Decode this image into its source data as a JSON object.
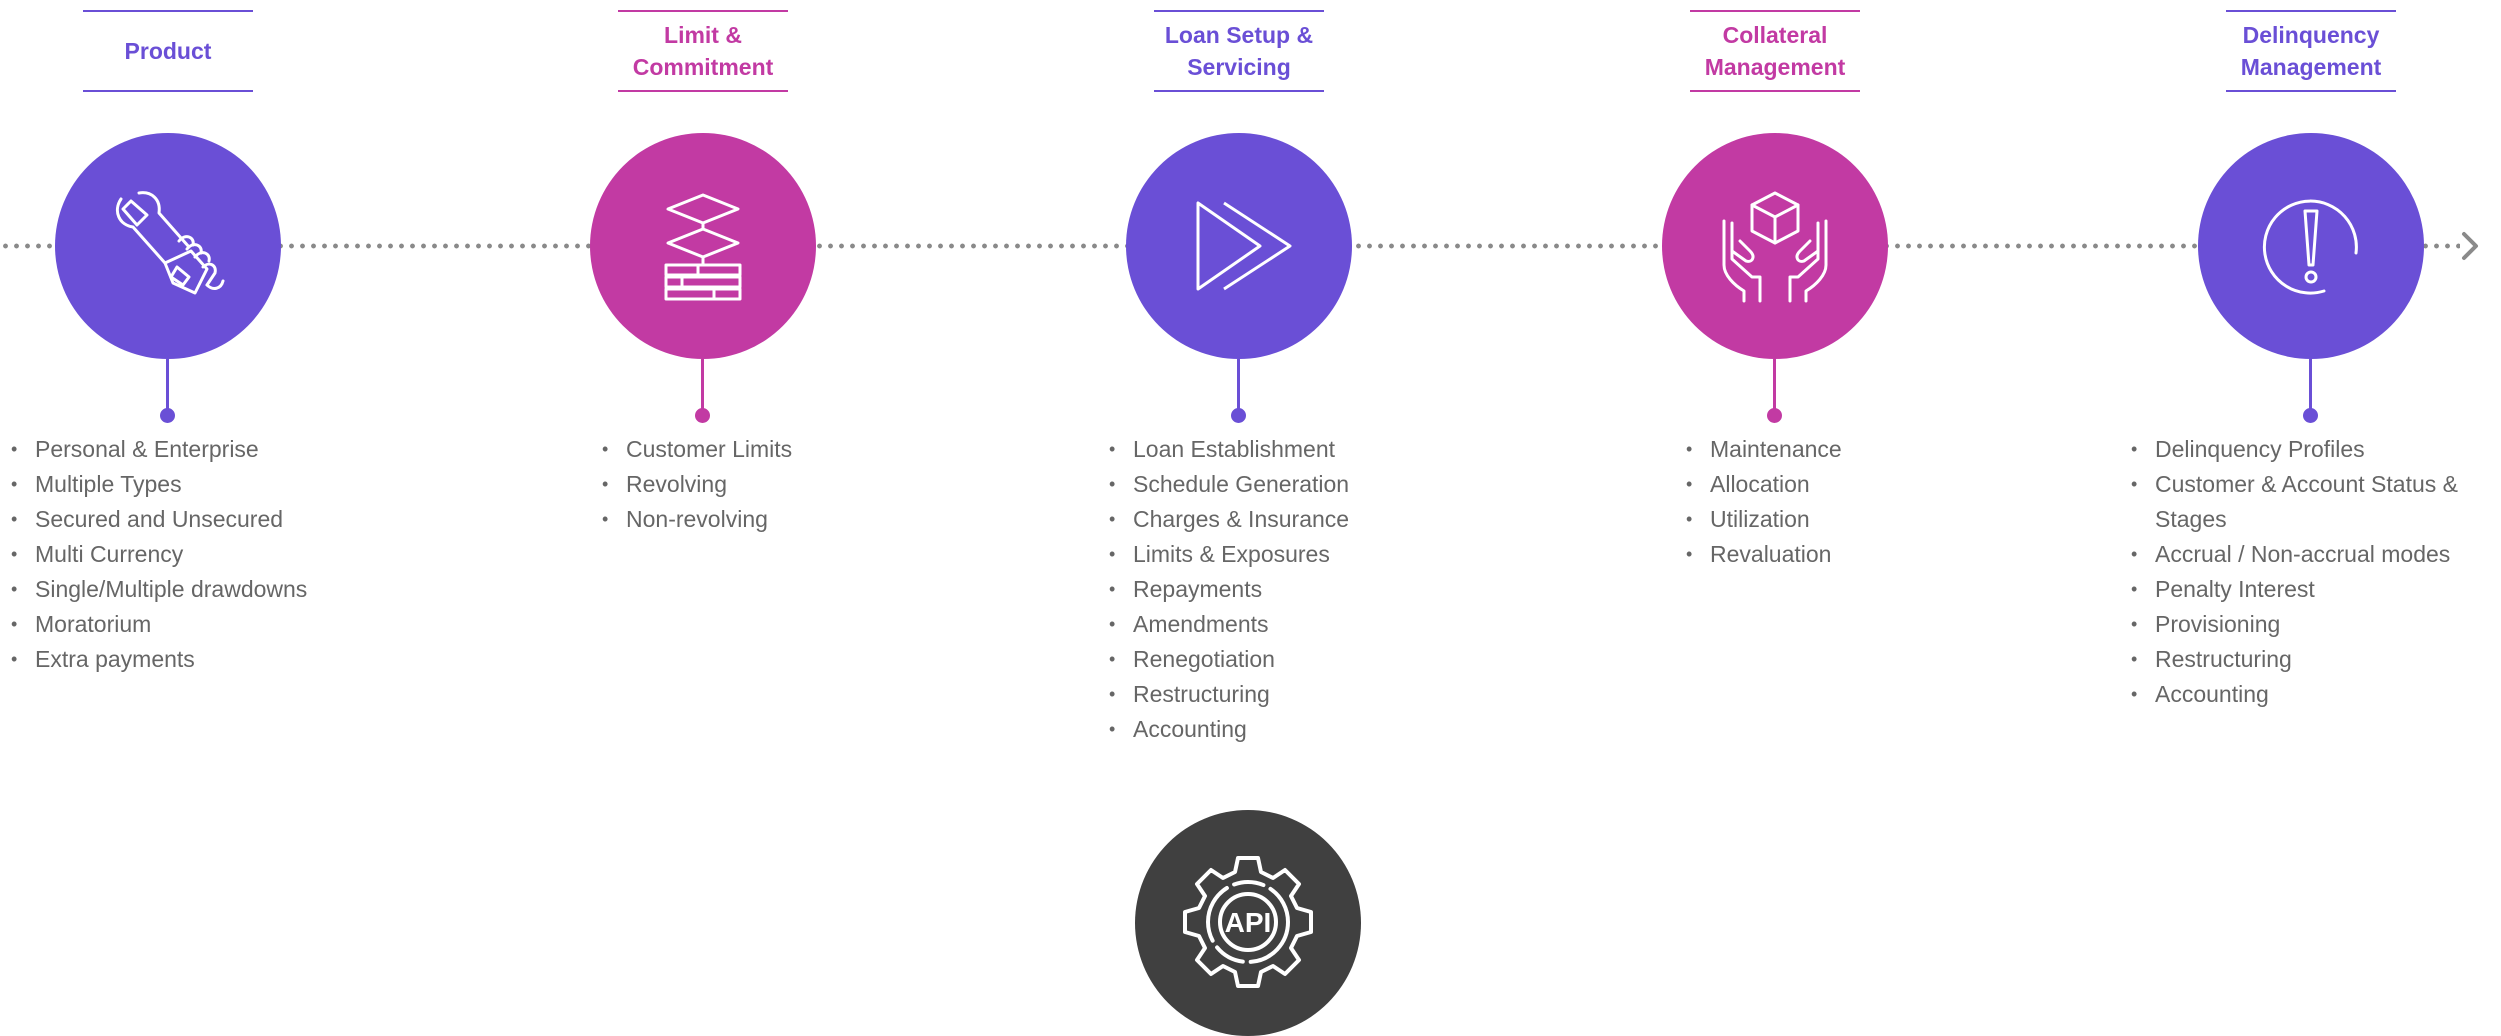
{
  "colors": {
    "purple": "#6a4fd6",
    "magenta": "#c23aa3",
    "api": "#404040",
    "text": "#666666",
    "dots": "#8a8a8a"
  },
  "stages": [
    {
      "title": "Product",
      "icon": "wrench-hand-icon",
      "color": "#6a4fd6",
      "items": [
        "Personal & Enterprise",
        "Multiple Types",
        "Secured and Unsecured",
        "Multi Currency",
        "Single/Multiple drawdowns",
        "Moratorium",
        "Extra payments"
      ]
    },
    {
      "title": "Limit & Commitment",
      "icon": "layers-flow-icon",
      "color": "#c23aa3",
      "items": [
        "Customer Limits",
        "Revolving",
        "Non-revolving"
      ]
    },
    {
      "title": "Loan Setup & Servicing",
      "icon": "fast-forward-icon",
      "color": "#6a4fd6",
      "items": [
        "Loan Establishment",
        "Schedule Generation",
        "Charges & Insurance",
        "Limits & Exposures",
        "Repayments",
        "Amendments",
        "Renegotiation",
        "Restructuring",
        "Accounting"
      ]
    },
    {
      "title": "Collateral Management",
      "icon": "hands-box-icon",
      "color": "#c23aa3",
      "items": [
        "Maintenance",
        "Allocation",
        "Utilization",
        "Revaluation"
      ]
    },
    {
      "title": "Delinquency Management",
      "icon": "exclamation-icon",
      "color": "#6a4fd6",
      "items": [
        "Delinquency Profiles",
        "Customer & Account Status & Stages",
        "Accrual / Non-accrual modes",
        "Penalty Interest",
        "Provisioning",
        "Restructuring",
        "Accounting"
      ]
    }
  ],
  "api": {
    "label": "API",
    "icon": "api-gear-icon"
  }
}
